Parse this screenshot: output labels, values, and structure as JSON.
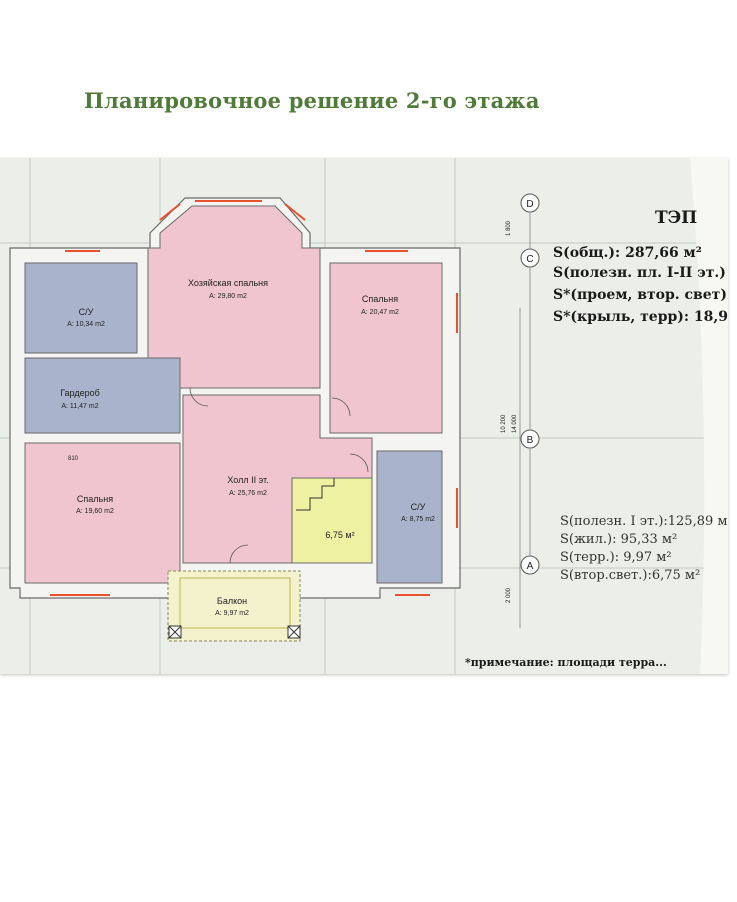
{
  "title": "Планировочное решение 2-го этажа",
  "rooms": {
    "master_bedroom": {
      "name": "Хозяйская спальня",
      "area": "A: 29,80 m2"
    },
    "bathroom_1": {
      "name": "С/У",
      "area": "A: 10,34 m2"
    },
    "bedroom_right": {
      "name": "Спальня",
      "area": "A: 20,47 m2"
    },
    "wardrobe": {
      "name": "Гардероб",
      "area": "A: 11,47 m2"
    },
    "bedroom_left": {
      "name": "Спальня",
      "area": "A: 19,60 m2"
    },
    "hall": {
      "name": "Холл II эт.",
      "area": "A: 25,76 m2"
    },
    "bathroom_2": {
      "name": "С/У",
      "area": "A: 8,75 m2"
    },
    "stair_void": {
      "area": "6,75 м²"
    },
    "balcony": {
      "name": "Балкон",
      "area": "A: 9,97 m2"
    }
  },
  "axes": {
    "d": "D",
    "c": "C",
    "b": "B",
    "a": "A"
  },
  "dims": {
    "d1": "1 800",
    "d2": "10 200",
    "d3": "14 000",
    "d4": "2 000",
    "d5": "810"
  },
  "tep": {
    "heading": "ТЭП",
    "s_total": "S(общ.): 287,66 м²",
    "s_useful": "S(полезн. пл. I-II эт.)",
    "s_opening": "S*(проем, втор. свет)",
    "s_porch": "S*(крыль, терр): 18,9",
    "s_useful1": "S(полезн. I эт.):125,89 м",
    "s_living": "S(жил.): 95,33 м²",
    "s_terrace": "S(терр.): 9,97 м²",
    "s_second_light": "S(втор.свет.):6,75 м²",
    "note": "*примечание: площади терра..."
  },
  "colors": {
    "pink": "#f0c5d0",
    "blue": "#a9b3cc",
    "yellow": "#eef0a2",
    "light_yellow": "#f3f2cc",
    "wall": "#f4f4f2",
    "window": "#e8502e",
    "living_red": "#e0536e",
    "terrace_yellow": "#d9c63a",
    "title_green": "#4f7a3a"
  }
}
